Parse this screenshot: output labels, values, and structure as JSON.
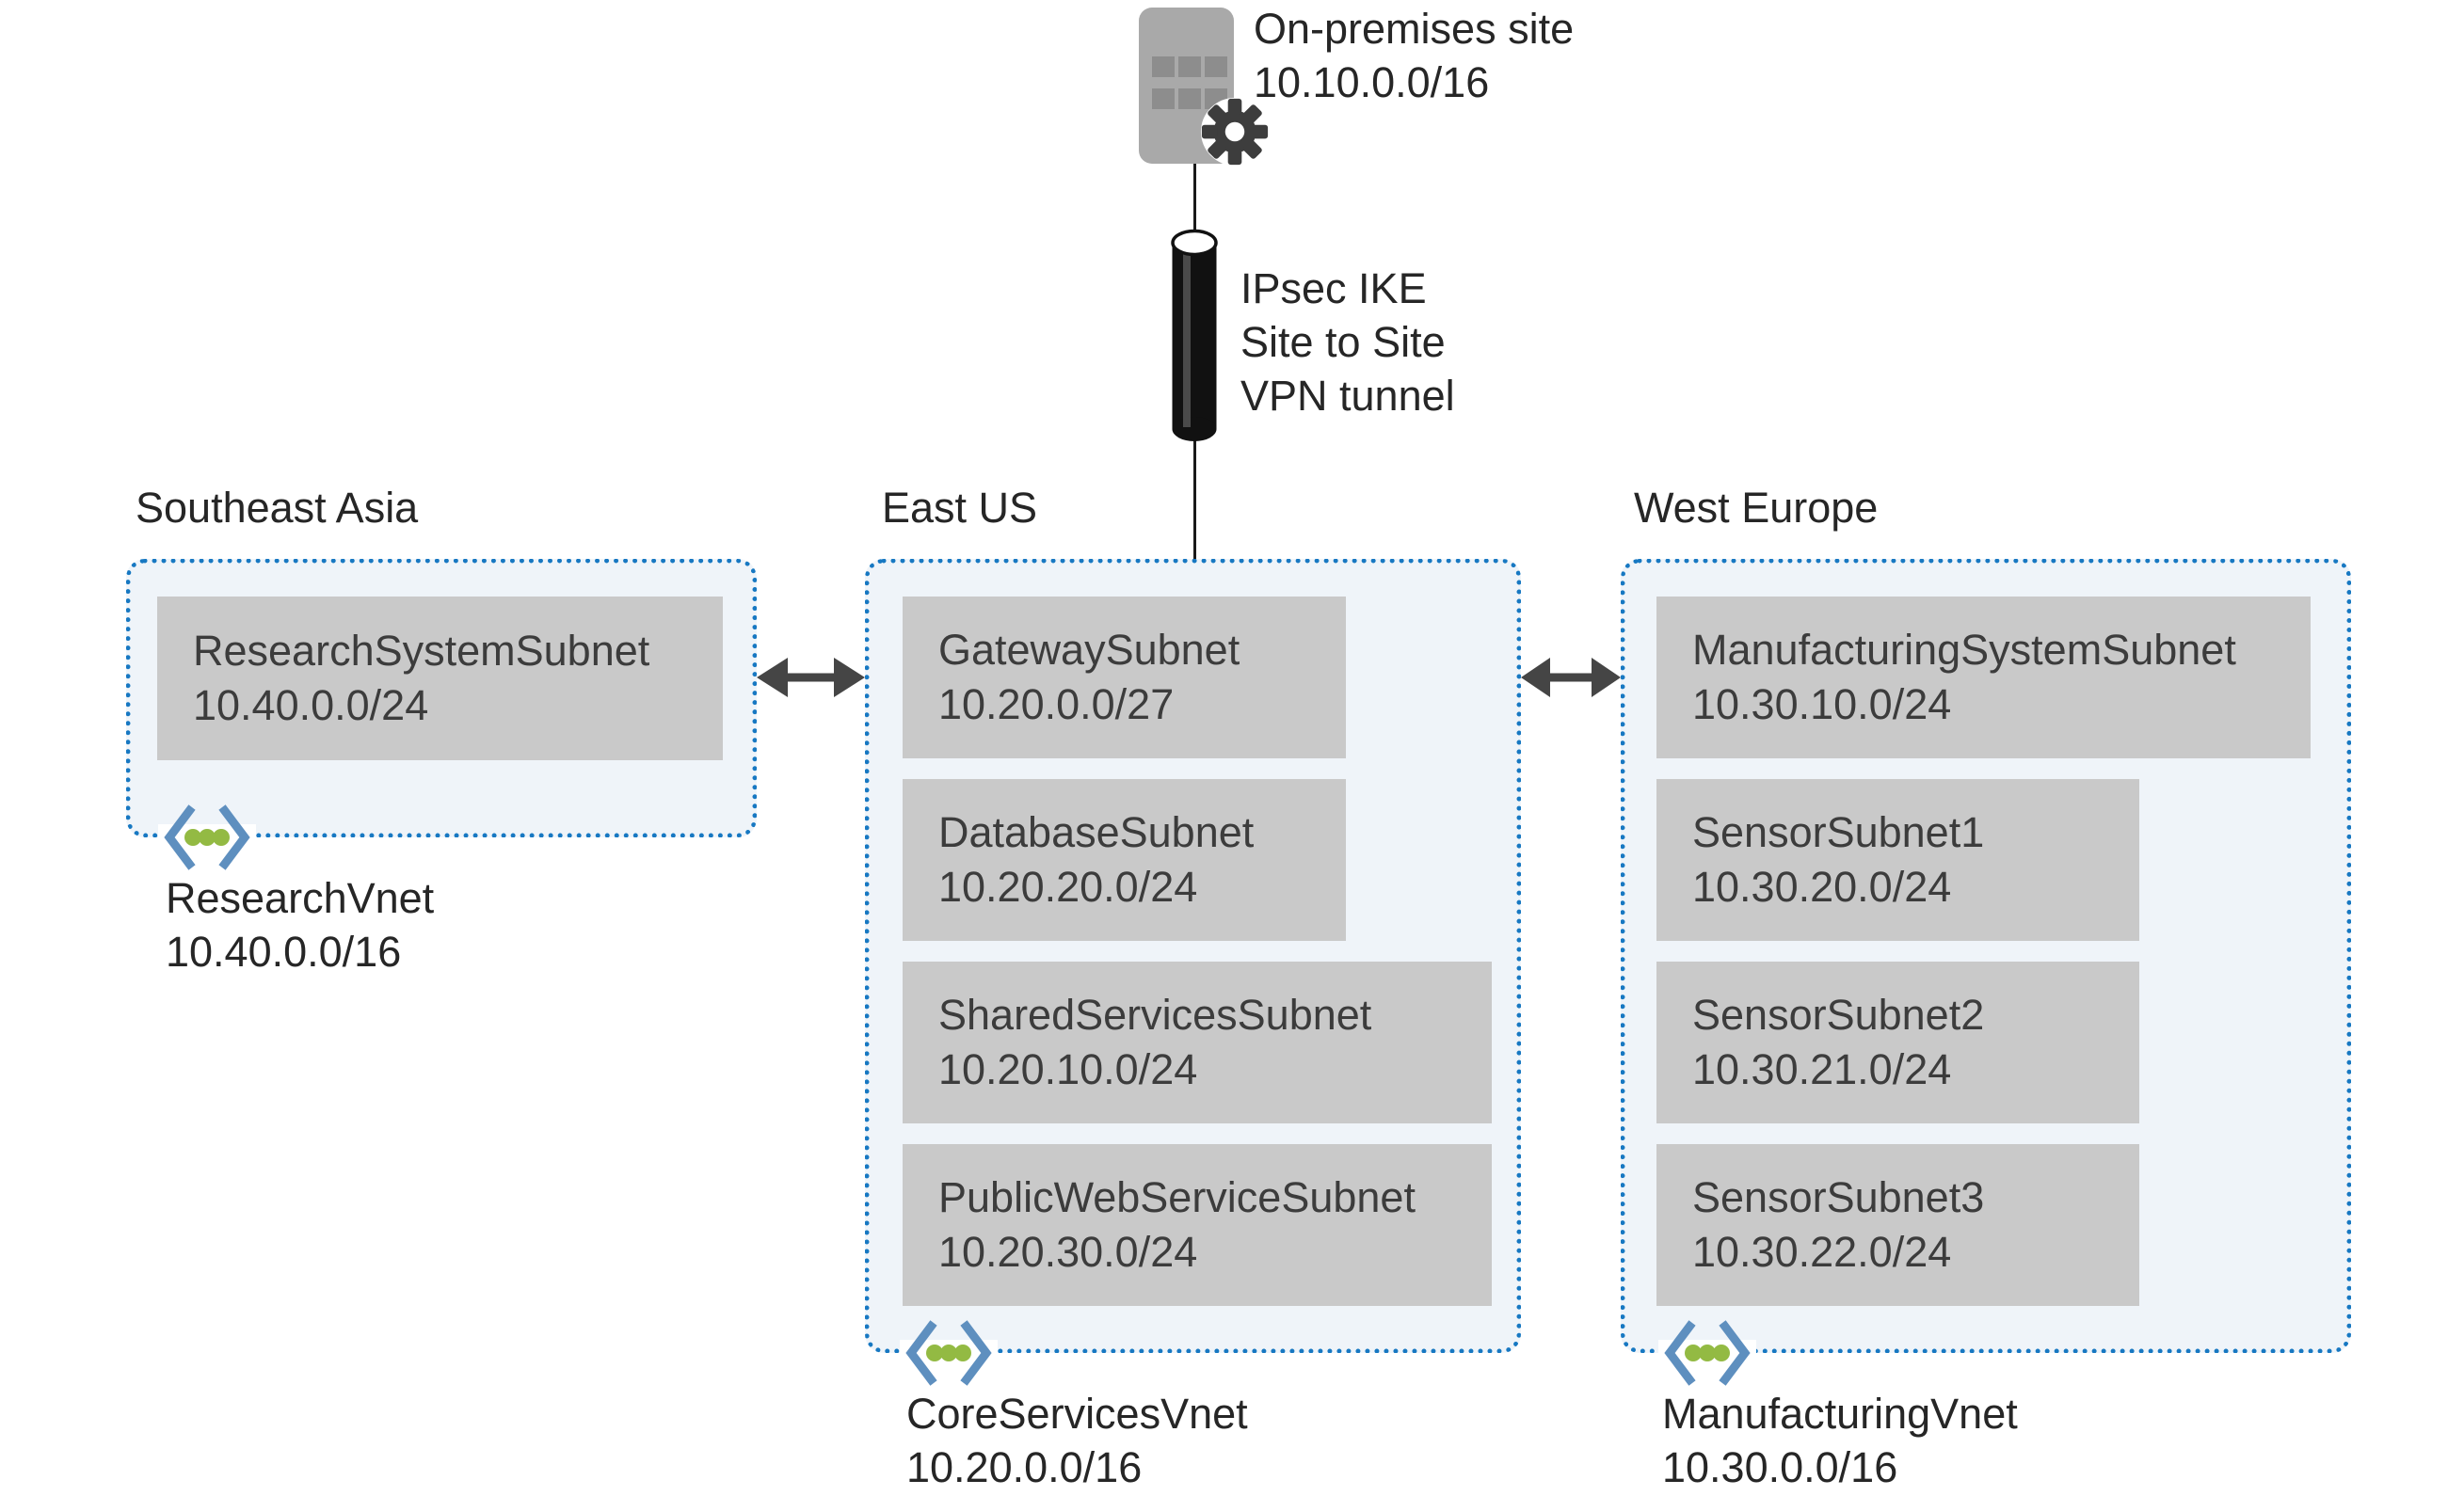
{
  "onprem": {
    "name": "On-premises site",
    "cidr": "10.10.0.0/16"
  },
  "tunnel": {
    "label_lines": [
      "IPsec IKE",
      "Site to Site",
      "VPN tunnel"
    ]
  },
  "regions": [
    {
      "name": "Southeast Asia",
      "vnet_name": "ResearchVnet",
      "vnet_cidr": "10.40.0.0/16",
      "subnets": [
        {
          "name": "ResearchSystemSubnet",
          "cidr": "10.40.0.0/24"
        }
      ]
    },
    {
      "name": "East US",
      "vnet_name": "CoreServicesVnet",
      "vnet_cidr": "10.20.0.0/16",
      "subnets": [
        {
          "name": "GatewaySubnet",
          "cidr": "10.20.0.0/27"
        },
        {
          "name": "DatabaseSubnet",
          "cidr": "10.20.20.0/24"
        },
        {
          "name": "SharedServicesSubnet",
          "cidr": "10.20.10.0/24"
        },
        {
          "name": "PublicWebServiceSubnet",
          "cidr": "10.20.30.0/24"
        }
      ]
    },
    {
      "name": "West Europe",
      "vnet_name": "ManufacturingVnet",
      "vnet_cidr": "10.30.0.0/16",
      "subnets": [
        {
          "name": "ManufacturingSystemSubnet",
          "cidr": "10.30.10.0/24"
        },
        {
          "name": "SensorSubnet1",
          "cidr": "10.30.20.0/24"
        },
        {
          "name": "SensorSubnet2",
          "cidr": "10.30.21.0/24"
        },
        {
          "name": "SensorSubnet3",
          "cidr": "10.30.22.0/24"
        }
      ]
    }
  ],
  "icons": {
    "onprem_building": "building-icon",
    "onprem_gear": "gear-icon",
    "vpn_tunnel": "cylinder-icon",
    "vnet": "vnet-chevron-dots-icon",
    "peering": "double-arrow-icon"
  },
  "colors": {
    "region_border": "#1778c2",
    "region_fill": "#eff4f9",
    "subnet_fill": "#c9c9c9",
    "subnet_text": "#3c3c3c",
    "text_dark": "#262626",
    "arrow": "#454545",
    "vnet_chevron": "#5e8fbf",
    "vnet_dots": "#93ba43",
    "building_fill": "#a9a9a9",
    "building_windows": "#8d8d8d",
    "gear_fill": "#3d3d3d",
    "tunnel_fill": "#111111"
  }
}
